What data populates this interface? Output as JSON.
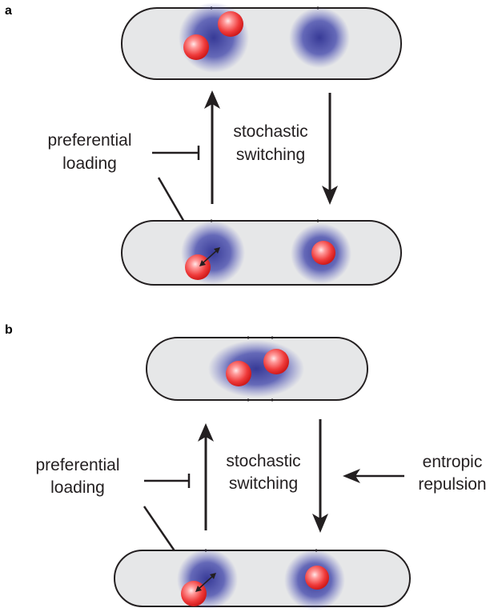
{
  "panels": {
    "a": {
      "letter": "a",
      "left_label_line1": "preferential",
      "left_label_line2": "loading",
      "mid_label_line1": "stochastic",
      "mid_label_line2": "switching"
    },
    "b": {
      "letter": "b",
      "left_label_line1": "preferential",
      "left_label_line2": "loading",
      "mid_label_line1": "stochastic",
      "mid_label_line2": "switching",
      "right_label_line1": "entropic",
      "right_label_line2": "repulsion"
    }
  },
  "colors": {
    "cell_fill": "#e6e7e8",
    "cell_stroke": "#231f20",
    "cloud": "#2e3192",
    "sphere": "#ef4136",
    "arrow": "#231f20"
  }
}
